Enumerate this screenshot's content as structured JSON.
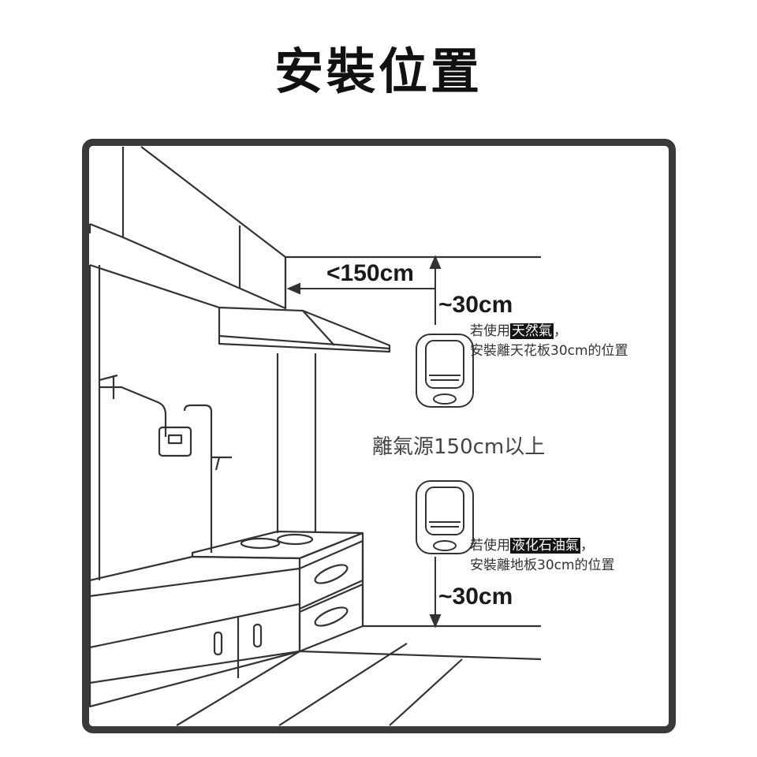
{
  "title": "安裝位置",
  "labels": {
    "horizontal_distance": "<150cm",
    "ceiling_distance": "~30cm",
    "floor_distance": "~30cm",
    "source_distance": "離氣源150cm以上"
  },
  "notes": {
    "natural_gas": {
      "prefix": "若使用",
      "gas": "天然氣",
      "suffix": "，",
      "line2": "安裝離天花板30cm的位置"
    },
    "lpg": {
      "prefix": "若使用",
      "gas": "液化石油氣",
      "suffix": "，",
      "line2": "安裝離地板30cm的位置"
    }
  },
  "colors": {
    "frame": "#3a3a3a",
    "line": "#333333",
    "highlight_bg": "#141414"
  }
}
